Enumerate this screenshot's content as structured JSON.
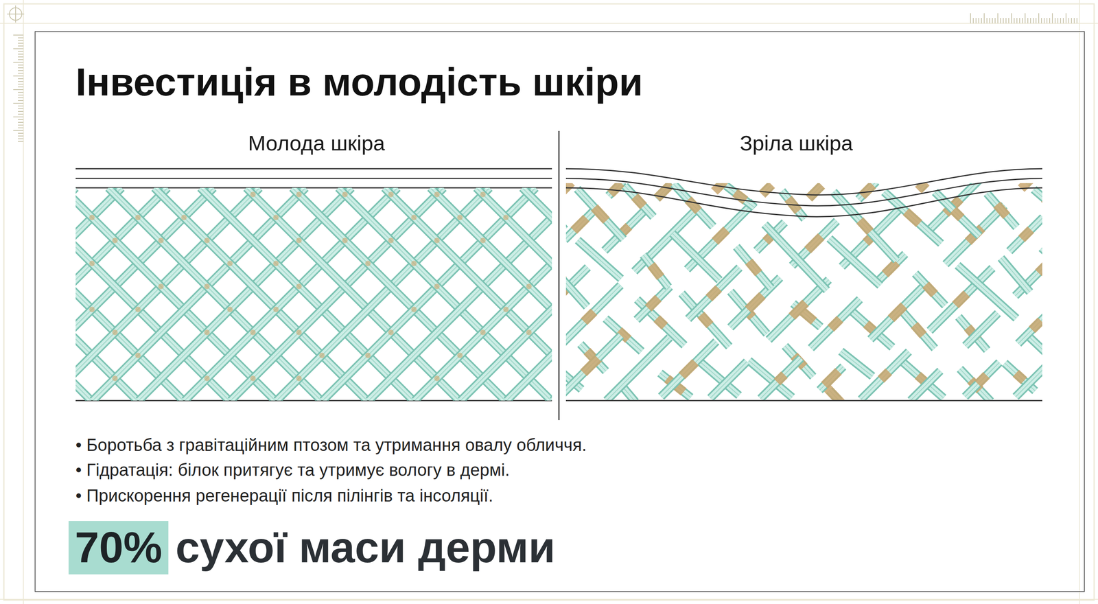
{
  "diagram": {
    "title": "Інвестиція в молодість шкіри",
    "nodes": [
      {
        "text": [
          "70%"
        ]
      }
    ],
    "labels": [
      "Молода шкіра",
      "Зріла шкіра",
      "• Боротьба з гравітаційним птозом та утримання овалу обличчя.",
      "• Гідратація: білок притягує та утримує вологу в дермі.",
      "• Прискорення регенерації після пілінгів та інсоляції.",
      "сухої маси дерми"
    ]
  }
}
